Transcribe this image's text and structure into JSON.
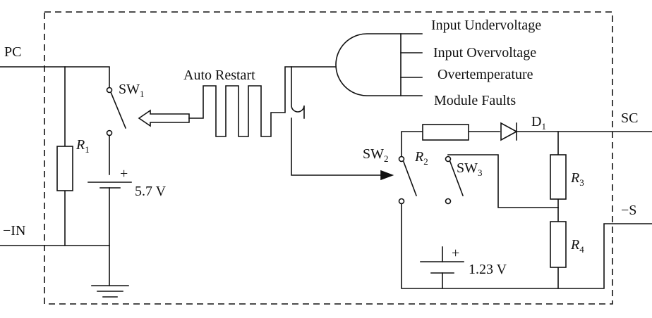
{
  "terminals": {
    "pc": "PC",
    "neg_in": "−IN",
    "sc": "SC",
    "neg_s": "−S"
  },
  "switches": {
    "sw1": {
      "base": "SW",
      "sub": "1"
    },
    "sw2": {
      "base": "SW",
      "sub": "2"
    },
    "sw3": {
      "base": "SW",
      "sub": "3"
    }
  },
  "resistors": {
    "r1": {
      "base": "R",
      "sub": "1"
    },
    "r2": {
      "base": "R",
      "sub": "2"
    },
    "r3": {
      "base": "R",
      "sub": "3"
    },
    "r4": {
      "base": "R",
      "sub": "4"
    }
  },
  "diode": {
    "base": "D",
    "sub": "1"
  },
  "sources": {
    "v1": "5.7  V",
    "v2": "1.23  V",
    "plus": "+",
    "minus": "−"
  },
  "auto_restart": "Auto  Restart",
  "faults": [
    "Input  Undervoltage",
    "Input  Overvoltage",
    "Overtemperature",
    "Module  Faults"
  ]
}
